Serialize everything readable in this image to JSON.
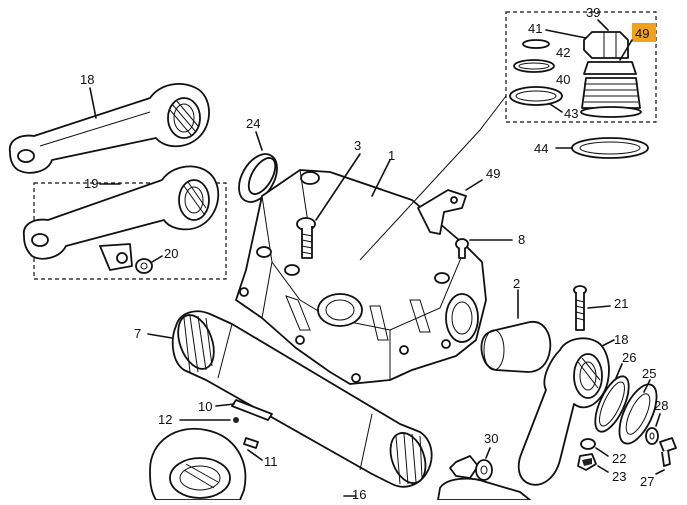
{
  "labels": {
    "p1": "1",
    "p2": "2",
    "p3": "3",
    "p7": "7",
    "p8": "8",
    "p10": "10",
    "p11": "11",
    "p12": "12",
    "p16": "16",
    "p18a": "18",
    "p18b": "18",
    "p19": "19",
    "p20": "20",
    "p21": "21",
    "p22": "22",
    "p23": "23",
    "p24": "24",
    "p25": "25",
    "p26": "26",
    "p27": "27",
    "p28": "28",
    "p30": "30",
    "p39": "39",
    "p40": "40",
    "p41": "41",
    "p42": "42",
    "p43": "43",
    "p44": "44",
    "p49a": "49",
    "p49b": "49"
  },
  "colors": {
    "highlight": "#f0a31a",
    "ink": "#111111"
  }
}
